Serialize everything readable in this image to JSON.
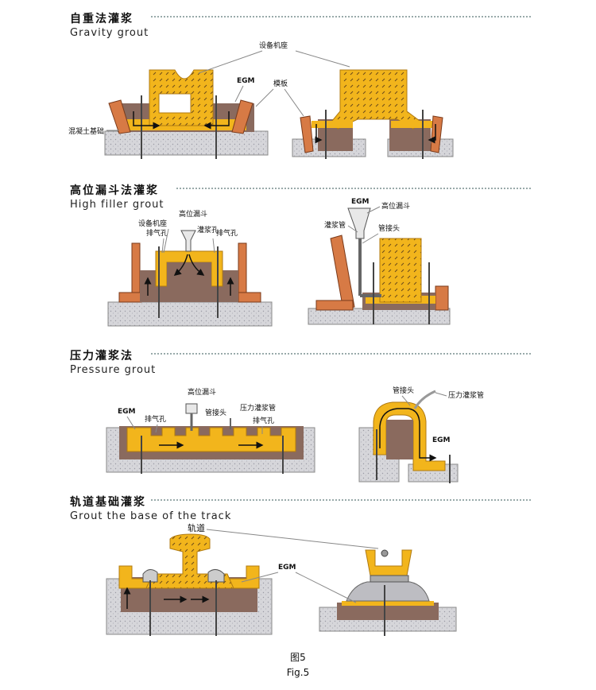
{
  "sections": [
    {
      "zh": "自重法灌浆",
      "en": "Gravity grout"
    },
    {
      "zh": "高位漏斗法灌浆",
      "en": "High filler grout"
    },
    {
      "zh": "压力灌浆法",
      "en": "Pressure grout"
    },
    {
      "zh": "轨道基础灌浆",
      "en": "Grout the base of the track"
    }
  ],
  "labels": {
    "equipment_base": "设备机座",
    "egm": "EGM",
    "formwork": "模板",
    "concrete_base": "混凝土基础",
    "high_funnel": "高位漏斗",
    "grout_hole": "灌浆孔",
    "vent_hole": "排气孔",
    "grout_pipe": "灌浆管",
    "pipe_joint": "管接头",
    "pressure_pipe": "压力灌浆管",
    "track": "轨道"
  },
  "figure": {
    "zh": "图5",
    "en": "Fig.5"
  },
  "colors": {
    "grout": "#f2b51c",
    "wood": "#d77a45",
    "concrete": "#d4d4d8",
    "brown": "#8a6a5e",
    "dark": "#3a2a1a"
  }
}
